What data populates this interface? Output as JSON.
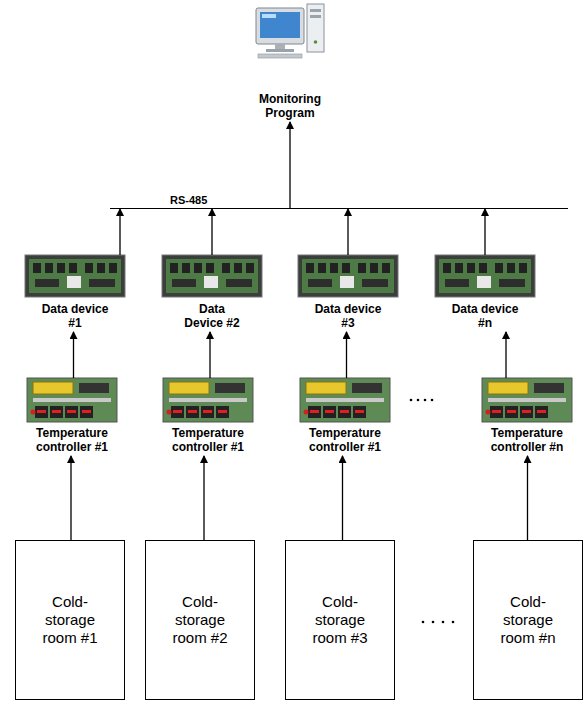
{
  "diagram": {
    "nodes": [
      {
        "text": [
          "Monitoring Program"
        ]
      },
      {
        "text": [
          "RS-485"
        ]
      },
      {
        "text": [
          "Data device #1"
        ]
      },
      {
        "text": [
          "Data Device #2"
        ]
      },
      {
        "text": [
          "Data device #3"
        ]
      },
      {
        "text": [
          "Data device #n"
        ]
      },
      {
        "text": [
          "Temperature controller #1"
        ]
      },
      {
        "text": [
          "Temperature controller #1"
        ]
      },
      {
        "text": [
          "Temperature controller #1"
        ]
      },
      {
        "text": [
          "Temperature controller #n"
        ]
      },
      {
        "text": [
          "Cold-storage room #1"
        ]
      },
      {
        "text": [
          "Cold-storage room #2"
        ]
      },
      {
        "text": [
          "Cold-storage room #3"
        ]
      },
      {
        "text": [
          "Cold-storage room #n"
        ]
      }
    ],
    "edges": [
      {
        "from": 10,
        "to": 6,
        "arrow": "to"
      },
      {
        "from": 11,
        "to": 7,
        "arrow": "to"
      },
      {
        "from": 12,
        "to": 8,
        "arrow": "to"
      },
      {
        "from": 13,
        "to": 9,
        "arrow": "to"
      },
      {
        "from": 6,
        "to": 2,
        "arrow": "to"
      },
      {
        "from": 7,
        "to": 3,
        "arrow": "to"
      },
      {
        "from": 8,
        "to": 4,
        "arrow": "to"
      },
      {
        "from": 9,
        "to": 5,
        "arrow": "to"
      },
      {
        "from": 2,
        "to": 1,
        "arrow": "to"
      },
      {
        "from": 3,
        "to": 1,
        "arrow": "to"
      },
      {
        "from": 4,
        "to": 1,
        "arrow": "to"
      },
      {
        "from": 5,
        "to": 1,
        "arrow": "to"
      },
      {
        "from": 1,
        "to": 0,
        "arrow": "to"
      }
    ]
  }
}
